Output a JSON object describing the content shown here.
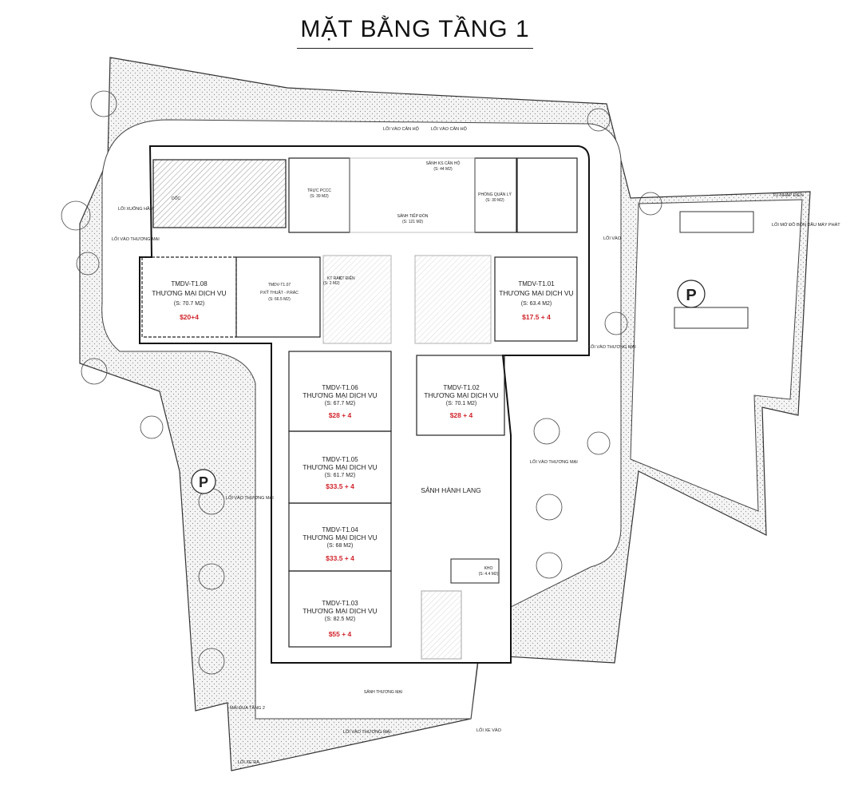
{
  "title": "MẶT BẰNG TẦNG 1",
  "units": [
    {
      "code": "TMDV-T1.08",
      "name": "THƯƠNG MẠI DỊCH VỤ",
      "area": "(S: 70.7 M2)",
      "price": "$20+4"
    },
    {
      "code": "TMDV-T1.07",
      "name": "P.KỸ THUẬT - P.RÁC",
      "area": "(S: 66.5 M2)"
    },
    {
      "code": "TMDV-T1.01",
      "name": "THƯƠNG MẠI DỊCH VỤ",
      "area": "(S: 63.4 M2)",
      "price": "$17.5 + 4"
    },
    {
      "code": "TMDV-T1.06",
      "name": "THƯƠNG MẠI DỊCH VỤ",
      "area": "(S: 67.7 M2)",
      "price": "$28 + 4"
    },
    {
      "code": "TMDV-T1.02",
      "name": "THƯƠNG MẠI DỊCH VỤ",
      "area": "(S: 70.1 M2)",
      "price": "$28 + 4"
    },
    {
      "code": "TMDV-T1.05",
      "name": "THƯƠNG MẠI DỊCH VỤ",
      "area": "(S: 61.7 M2)",
      "price": "$33.5 + 4"
    },
    {
      "code": "TMDV-T1.04",
      "name": "THƯƠNG MẠI DỊCH VỤ",
      "area": "(S: 68 M2)",
      "price": "$33.5 + 4"
    },
    {
      "code": "TMDV-T1.03",
      "name": "THƯƠNG MẠI DỊCH VỤ",
      "area": "(S: 82.5 M2)",
      "price": "$55 + 4"
    }
  ],
  "rooms": {
    "truc_pccc": "TRỰC PCCC",
    "truc_pccc_area": "(S: 39 M2)",
    "sanh_ks": "SẢNH KS CĂN HỘ",
    "sanh_ks_area": "(S: 44 M2)",
    "phong_quan_ly": "PHÒNG QUẢN LÝ",
    "phong_quan_ly_area": "(S: 30 M2)",
    "sanh_tiep_don": "SẢNH TIẾP ĐÓN",
    "sanh_tiep_don_area": "(S: 121 M2)",
    "ramp": "DỐC",
    "kt_rac": "KT RÁC",
    "kt_rac_area": "(S: 2 M2)",
    "kt_dien": "KT ĐIỆN",
    "sanh_hanh_lang": "SẢNH HÀNH LANG",
    "sanh_thuong_mai": "SẢNH THƯƠNG MẠI",
    "kho": "KHO",
    "kho_area": "(S: 4.4 M2)"
  },
  "access_labels": {
    "loi_vao_can_ho_1": "LỐI VÀO CĂN HỘ",
    "loi_vao_can_ho_2": "LỐI VÀO CĂN HỘ",
    "loi_xuong_ham": "LỐI XUỐNG HẦM",
    "loi_vao_thuong_mai_nw": "LỐI VÀO THƯƠNG MẠI",
    "loi_vao_thuong_mai_w": "LỐI VÀO THƯƠNG MẠI",
    "loi_vao_thuong_mai_e": "LỐI VÀO THƯƠNG MẠI",
    "loi_vao_thuong_mai_e2": "LỐI VÀO THƯƠNG MẠI",
    "loi_vao_thuong_mai_s": "LỐI VÀO THƯƠNG MẠI",
    "loi_vao": "LỐI VÀO",
    "tu_nhap_dien": "TỦ NHẬP ĐIỆN",
    "loi_mo_may_phat": "LỐI MỞ ĐỒ BỒN DẦU MÁY PHÁT",
    "mai_dua": "MÁI ĐUA TẦNG 2",
    "loi_xe_ra": "LỐI XE RA",
    "loi_xe_vao": "LỐI XE VÀO"
  },
  "parking_labels": {
    "east": "P",
    "west": "P"
  }
}
